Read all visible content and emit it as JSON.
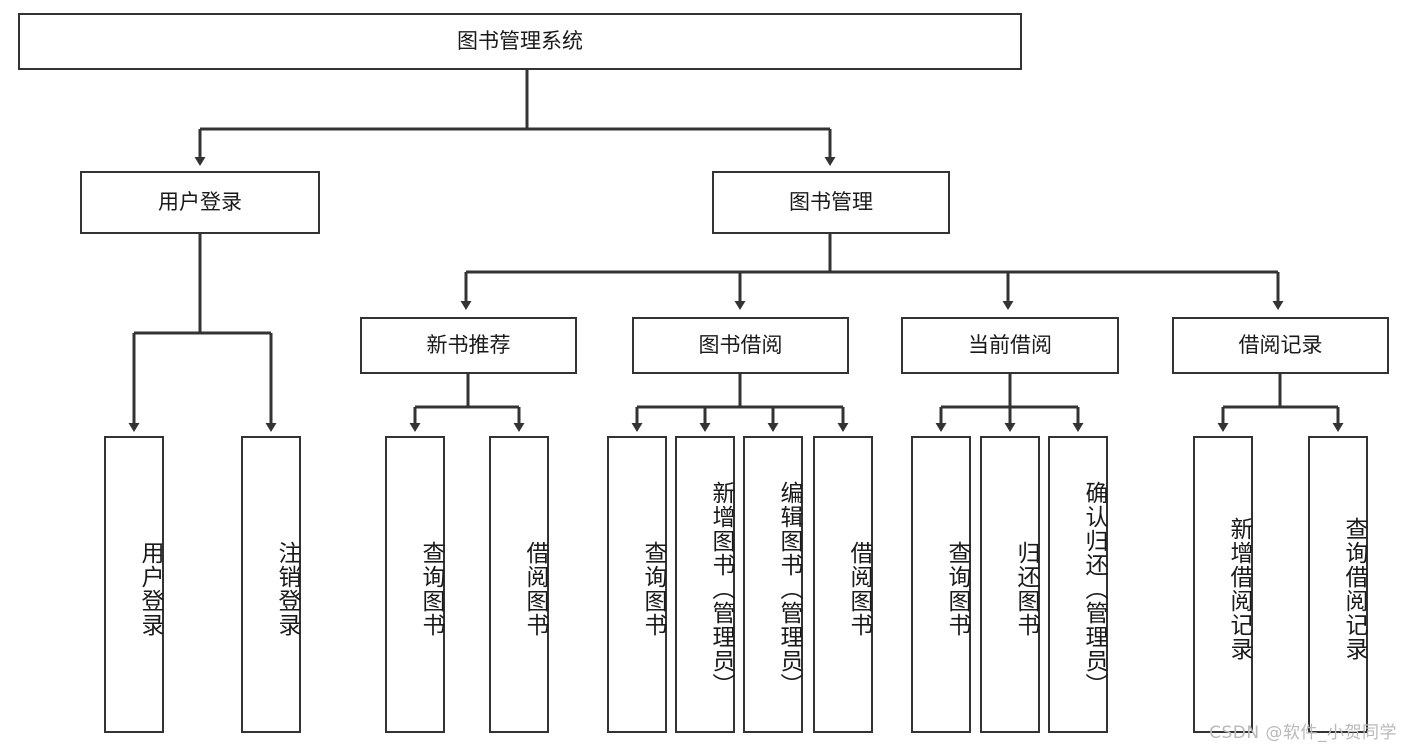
{
  "diagram": {
    "title": "图书管理系统",
    "type": "tree-hierarchy",
    "background_color": "#ffffff",
    "line_color": "#333333",
    "box_border_color": "#333333",
    "box_fill_color": "#ffffff"
  },
  "nodes": {
    "root": {
      "label": "图书管理系统"
    },
    "level2": [
      {
        "label": "用户登录"
      },
      {
        "label": "图书管理"
      }
    ],
    "level3": [
      {
        "label": "新书推荐"
      },
      {
        "label": "图书借阅"
      },
      {
        "label": "当前借阅"
      },
      {
        "label": "借阅记录"
      }
    ],
    "leaves": {
      "user_login": [
        {
          "label": "用户登录"
        },
        {
          "label": "注销登录"
        }
      ],
      "new_book_recommend": [
        {
          "label": "查询图书"
        },
        {
          "label": "借阅图书"
        }
      ],
      "book_borrow": [
        {
          "label": "查询图书"
        },
        {
          "label": "新增图书（管理员）"
        },
        {
          "label": "编辑图书（管理员）"
        },
        {
          "label": "借阅图书"
        }
      ],
      "current_borrow": [
        {
          "label": "查询图书"
        },
        {
          "label": "归还图书"
        },
        {
          "label": "确认归还（管理员）"
        }
      ],
      "borrow_record": [
        {
          "label": "新增借阅记录"
        },
        {
          "label": "查询借阅记录"
        }
      ]
    }
  },
  "watermark": {
    "text": "CSDN @软件_小贺同学"
  }
}
